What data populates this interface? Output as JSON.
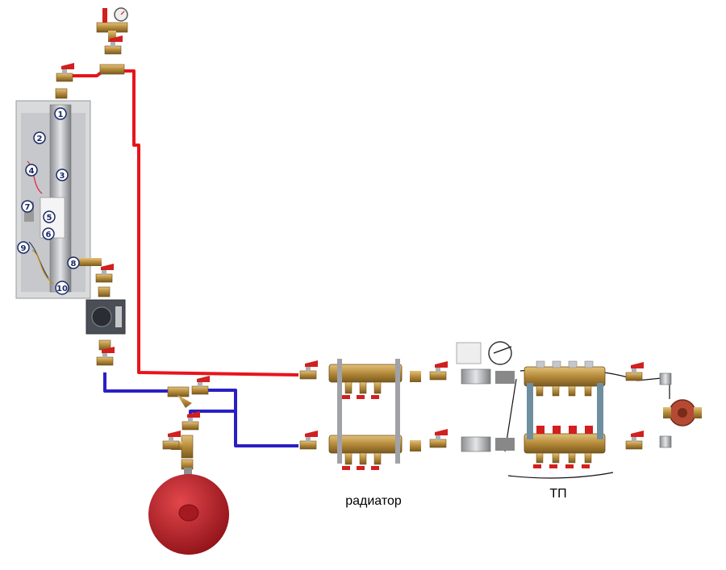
{
  "diagram": {
    "labels": {
      "radiator": "радиатор",
      "underfloor": "ТП"
    },
    "boiler_callouts": [
      "1",
      "2",
      "3",
      "4",
      "5",
      "6",
      "7",
      "8",
      "9",
      "10"
    ],
    "colors": {
      "supply_pipe": "#e8141b",
      "return_pipe": "#2a1fc4",
      "brass": "#b58a3a",
      "valve_handle": "#d21f1f",
      "expansion_tank": "#c0272d",
      "callout": "#1b2a66"
    },
    "icons": [
      "valve-icon",
      "safety-group-icon",
      "pump-icon",
      "filter-icon",
      "manifold-icon",
      "expansion-tank-icon",
      "mixing-valve-icon",
      "thermostat-icon"
    ]
  }
}
